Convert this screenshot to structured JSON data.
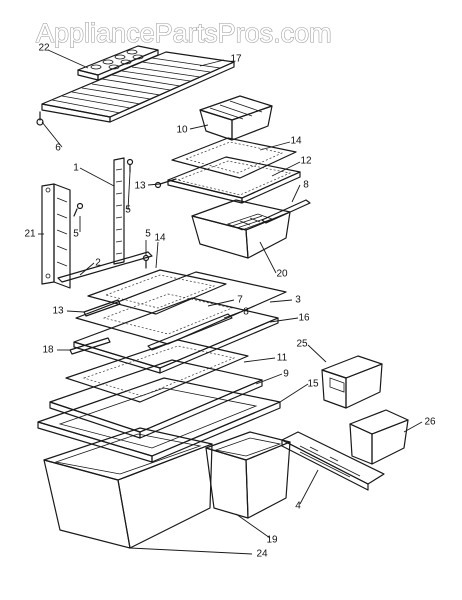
{
  "watermark": "AppliancePartsPros.com",
  "callouts": [
    {
      "id": "c22",
      "text": "22"
    },
    {
      "id": "c17",
      "text": "17"
    },
    {
      "id": "c10",
      "text": "10"
    },
    {
      "id": "c6",
      "text": "6"
    },
    {
      "id": "c14a",
      "text": "14"
    },
    {
      "id": "c12",
      "text": "12"
    },
    {
      "id": "c1",
      "text": "1"
    },
    {
      "id": "c13a",
      "text": "13"
    },
    {
      "id": "c8a",
      "text": "8"
    },
    {
      "id": "c5a",
      "text": "5"
    },
    {
      "id": "c5b",
      "text": "5"
    },
    {
      "id": "c21",
      "text": "21"
    },
    {
      "id": "c5c",
      "text": "5"
    },
    {
      "id": "c14b",
      "text": "14"
    },
    {
      "id": "c2",
      "text": "2"
    },
    {
      "id": "c20",
      "text": "20"
    },
    {
      "id": "c7",
      "text": "7"
    },
    {
      "id": "c3",
      "text": "3"
    },
    {
      "id": "c13b",
      "text": "13"
    },
    {
      "id": "c8b",
      "text": "8"
    },
    {
      "id": "c16",
      "text": "16"
    },
    {
      "id": "c18",
      "text": "18"
    },
    {
      "id": "c25",
      "text": "25"
    },
    {
      "id": "c11",
      "text": "11"
    },
    {
      "id": "c9",
      "text": "9"
    },
    {
      "id": "c15",
      "text": "15"
    },
    {
      "id": "c26",
      "text": "26"
    },
    {
      "id": "c4",
      "text": "4"
    },
    {
      "id": "c19",
      "text": "19"
    },
    {
      "id": "c24",
      "text": "24"
    }
  ]
}
